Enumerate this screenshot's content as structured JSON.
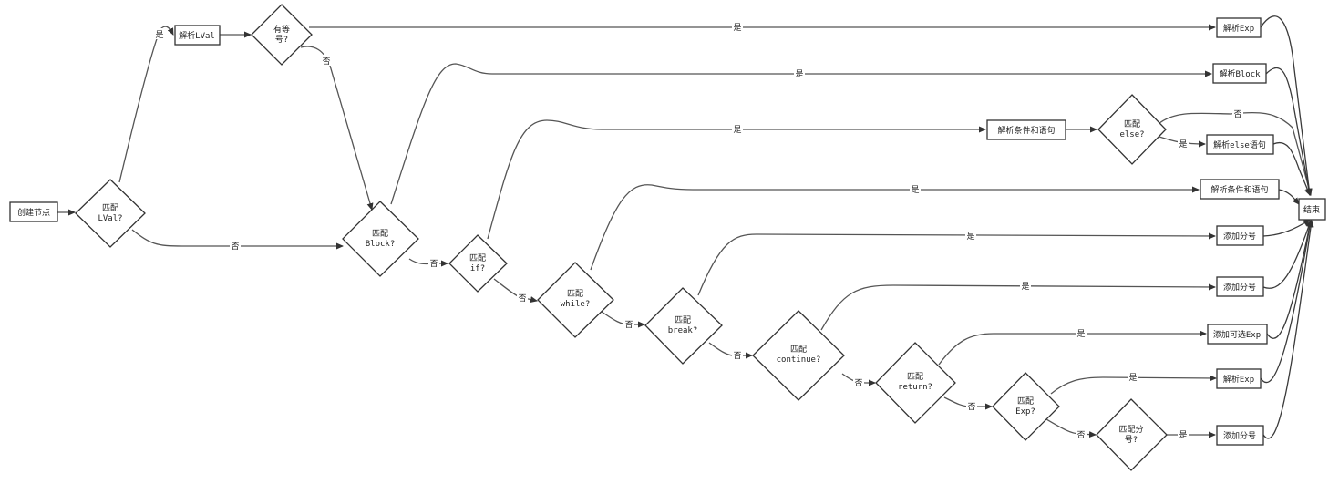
{
  "nodes": {
    "create": "创建节点",
    "m_lval": [
      "匹配",
      "LVal?"
    ],
    "parse_lval": "解析LVal",
    "has_eq": [
      "有等",
      "号?"
    ],
    "parse_exp_1": "解析Exp",
    "m_block": [
      "匹配",
      "Block?"
    ],
    "parse_block": "解析Block",
    "m_if": [
      "匹配",
      "if?"
    ],
    "parse_cond_1": "解析条件和语句",
    "m_else": [
      "匹配",
      "else?"
    ],
    "parse_else": "解析else语句",
    "m_while": [
      "匹配",
      "while?"
    ],
    "parse_cond_2": "解析条件和语句",
    "m_break": [
      "匹配",
      "break?"
    ],
    "add_semi_1": "添加分号",
    "m_continue": [
      "匹配",
      "continue?"
    ],
    "add_semi_2": "添加分号",
    "m_return": [
      "匹配",
      "return?"
    ],
    "add_opt_exp": "添加可选Exp",
    "m_exp": [
      "匹配",
      "Exp?"
    ],
    "parse_exp_2": "解析Exp",
    "m_semi": [
      "匹配分",
      "号?"
    ],
    "add_semi_3": "添加分号",
    "end": "结束"
  },
  "edge_labels": {
    "yes": "是",
    "no": "否"
  }
}
